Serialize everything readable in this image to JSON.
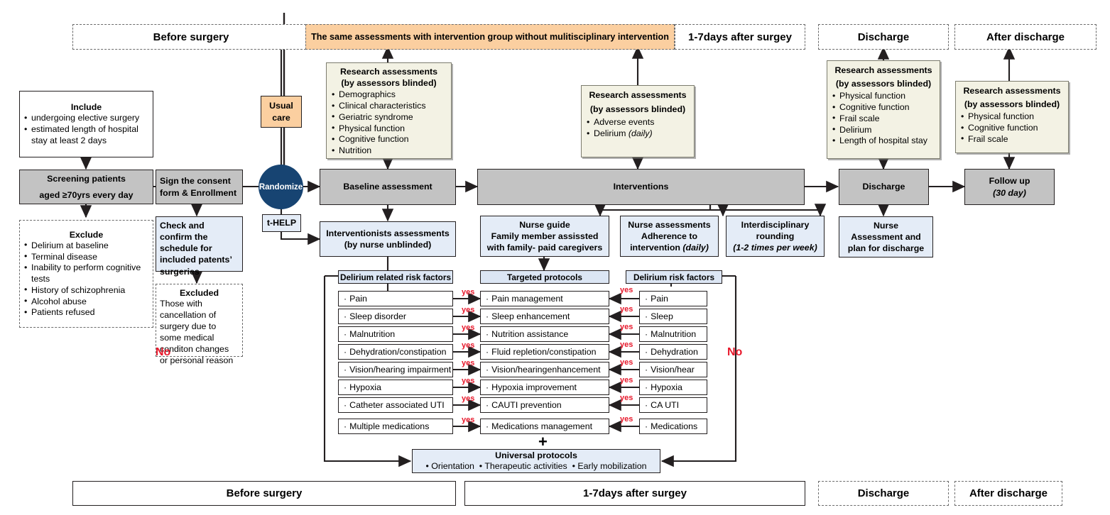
{
  "top_timeline": [
    {
      "id": "before-surgery",
      "label": "Before      surgery",
      "style": "dashed-white"
    },
    {
      "id": "same-assessments",
      "label": "The same  assessments with intervention group without mulitisciplinary intervention",
      "style": "peach"
    },
    {
      "id": "days-after-surgery",
      "label": "1-7days after surgey",
      "style": "dashed-white"
    },
    {
      "id": "discharge",
      "label": "Discharge",
      "style": "dashed-white"
    },
    {
      "id": "after-discharge",
      "label": "After discharge",
      "style": "dashed-white"
    }
  ],
  "bottom_timeline": [
    {
      "id": "before-surgery",
      "label": "Before      surgery",
      "style": "solid"
    },
    {
      "id": "days-after-surgery",
      "label": "1-7days after surgey",
      "style": "solid"
    },
    {
      "id": "discharge",
      "label": "Discharge",
      "style": "dashed"
    },
    {
      "id": "after-discharge",
      "label": "After discharge",
      "style": "dashed"
    }
  ],
  "include_box": {
    "title": "Include",
    "items": [
      "undergoing elective surgery",
      "estimated length of hospital stay at least 2 days"
    ]
  },
  "exclude_box": {
    "title": "Exclude",
    "items": [
      "Delirium at baseline",
      "Terminal disease",
      "Inability to perform cognitive tests",
      "History of schizophrenia",
      "Alcohol abuse",
      "Patients refused"
    ]
  },
  "screening_box": {
    "line1": "Screening patients",
    "line2": "aged ≥70yrs every day"
  },
  "consent_box": {
    "line1": "Sign the consent",
    "line2": "form & Enrollment"
  },
  "check_box": {
    "text": "Check and confirm the schedule for included patents’ surgeries"
  },
  "excluded_box": {
    "title": "Excluded",
    "text": "Those with cancellation of surgery due to some medical conditon changes or personal reason"
  },
  "randomize": {
    "label": "Randomize"
  },
  "usual_care": {
    "line1": "Usual",
    "line2": "care"
  },
  "thelp": {
    "label": "t-HELP"
  },
  "baseline": {
    "label": "Baseline assessment"
  },
  "interventions": {
    "label": "Interventions"
  },
  "discharge_node": {
    "label": "Discharge"
  },
  "followup": {
    "line1": "Follow up",
    "line2": "(30 day)"
  },
  "assessments": {
    "baseline": {
      "title1": "Research assessments",
      "title2": "(by assessors blinded)",
      "items": [
        "Demographics",
        "Clinical characteristics",
        "Geriatric syndrome",
        "Physical function",
        "Cognitive  function",
        "Nutrition"
      ]
    },
    "daily": {
      "title1": "Research assessments",
      "title2": "(by assessors blinded)",
      "items": [
        "Adverse events",
        "Delirium (daily)"
      ],
      "italic_tail": "(daily)"
    },
    "discharge": {
      "title1": "Research assessments",
      "title2": "(by assessors blinded)",
      "items": [
        "Physical function",
        "Cognitive  function",
        "Frail scale",
        "Delirium",
        "Length of hospital stay"
      ]
    },
    "after_discharge": {
      "title1": "Research assessments",
      "title2": "(by assessors blinded)",
      "items": [
        "Physical function",
        "Cognitive  function",
        "Frail scale"
      ]
    }
  },
  "interventionists": {
    "line1": "Interventionists assessments",
    "line2": "(by nurse unblinded)"
  },
  "nurse_guide": {
    "line1": "Nurse guide",
    "line2": "Family member assissted",
    "line3": "with family- paid caregivers"
  },
  "nurse_assessments": {
    "line1": "Nurse assessments",
    "line2": "Adherence to",
    "line3": "intervention (daily)"
  },
  "interdisciplinary": {
    "line1": "Interdisciplinary",
    "line2": "rounding",
    "line3": "(1-2 times per week)"
  },
  "nurse_discharge": {
    "line1": "Nurse",
    "line2": "Assessment and",
    "line3": "plan for discharge"
  },
  "columns": {
    "left_header": "Delirium related risk factors",
    "mid_header": "Targeted protocols",
    "right_header": "Delirium risk factors",
    "left_items": [
      "Pain",
      "Sleep disorder",
      "Malnutrition",
      "Dehydration/constipation",
      "Vision/hearing impairment",
      "Hypoxia",
      "Catheter associated UTI",
      "Multiple medications"
    ],
    "mid_items": [
      "Pain management",
      "Sleep enhancement",
      "Nutrition assistance",
      "Fluid repletion/constipation",
      "Vision/hearingenhancement",
      "Hypoxia improvement",
      "CAUTI prevention",
      "Medications management"
    ],
    "right_items": [
      "Pain",
      "Sleep",
      "Malnutrition",
      "Dehydration",
      "Vision/hear",
      "Hypoxia",
      "CA UTI",
      "Medications"
    ],
    "yes_label": "yes",
    "no_label": "No",
    "plus": "+"
  },
  "universal": {
    "title": "Universal protocols",
    "items": [
      "Orientation",
      "Therapeutic activities",
      "Early mobilization"
    ]
  },
  "colors": {
    "peach": "#fbcfa0",
    "gray": "#c3c3c3",
    "blue": "#e4ecf7",
    "cream": "#f3f2e4",
    "navy": "#174472",
    "red": "#e8192c",
    "header_blue": "#dce6f4"
  }
}
